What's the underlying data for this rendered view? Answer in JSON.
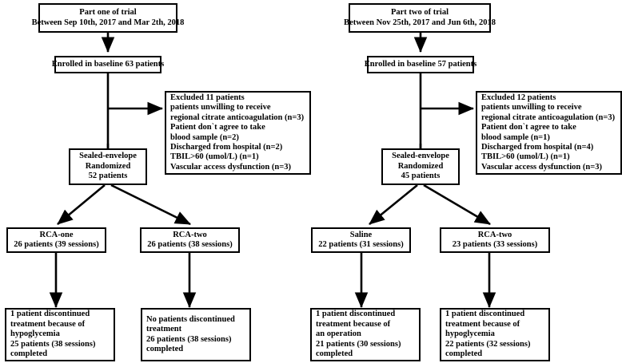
{
  "figure": {
    "type": "flowchart",
    "subtype": "CONSORT participant flow diagram",
    "parts": 2
  },
  "part_one": {
    "title_box": {
      "line1": "Part one of trial",
      "line2": "Between Sep 10th, 2017 and Mar 2th, 2018"
    },
    "enrolled_box": {
      "line1": "Enrolled in baseline 63 patients"
    },
    "excluded_box": {
      "line1": "Excluded 11 patients",
      "line2": "patients unwilling to receive",
      "line3": "regional citrate anticoagulation (n=3)",
      "line4": "Patient don`t agree to take",
      "line5": "blood sample (n=2)",
      "line6": "Discharged from hospital (n=2)",
      "line7": "TBIL>60 (umol/L) (n=1)",
      "line8": "Vascular access dysfunction (n=3)"
    },
    "randomized_box": {
      "line1": "Sealed-envelope",
      "line2": "Randomized",
      "line3": "52 patients"
    },
    "arm_left": {
      "line1": "RCA-one",
      "line2": "26 patients (39 sessions)"
    },
    "arm_right": {
      "line1": "RCA-two",
      "line2": "26 patients (38 sessions)"
    },
    "outcome_left": {
      "line1": "1 patient discontinued",
      "line2": "treatment because of",
      "line3": "hypoglycemia",
      "line4": "25 patients (38 sessions)",
      "line5": "completed"
    },
    "outcome_right": {
      "line1": "No patients discontinued",
      "line2": "treatment",
      "line3": "26 patients (38 sessions)",
      "line4": "completed"
    }
  },
  "part_two": {
    "title_box": {
      "line1": "Part two of trial",
      "line2": "Between Nov 25th, 2017 and Jun 6th, 2018"
    },
    "enrolled_box": {
      "line1": "Enrolled in baseline 57 patients"
    },
    "excluded_box": {
      "line1": "Excluded 12 patients",
      "line2": "patients unwilling to receive",
      "line3": "regional citrate anticoagulation (n=3)",
      "line4": "Patient don`t agree to take",
      "line5": "blood sample (n=1)",
      "line6": "Discharged from hospital (n=4)",
      "line7": "TBIL>60 (umol/L) (n=1)",
      "line8": "Vascular access dysfunction (n=3)"
    },
    "randomized_box": {
      "line1": "Sealed-envelope",
      "line2": "Randomized",
      "line3": "45 patients"
    },
    "arm_left": {
      "line1": "Saline",
      "line2": "22 patients (31 sessions)"
    },
    "arm_right": {
      "line1": "RCA-two",
      "line2": "23 patients (33 sessions)"
    },
    "outcome_left": {
      "line1": "1 patient discontinued",
      "line2": "treatment because of",
      "line3": "an operation",
      "line4": "21 patients (30 sessions)",
      "line5": "completed"
    },
    "outcome_right": {
      "line1": "1 patient discontinued",
      "line2": "treatment because of",
      "line3": "hypoglycemia",
      "line4": "22 patients (32 sessions)",
      "line5": "completed"
    }
  },
  "style": {
    "stroke_color": "#000000",
    "box_fill": "#ffffff",
    "page_background": "#ffffff"
  }
}
